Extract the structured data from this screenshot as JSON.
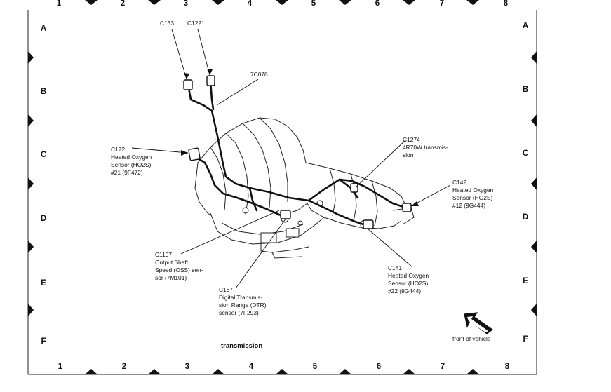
{
  "grid": {
    "columns": [
      "1",
      "2",
      "3",
      "4",
      "5",
      "6",
      "7",
      "8"
    ],
    "rows": [
      "A",
      "B",
      "C",
      "D",
      "E",
      "F"
    ]
  },
  "callouts": {
    "c133": "C133",
    "c1221": "C1221",
    "c7078": "7C078",
    "c172": [
      "C172",
      "Heated Oxygen",
      "Sensor (HO2S)",
      "#21 (9F472)"
    ],
    "c1274": [
      "C1274",
      "4R70W transmis-",
      "sion"
    ],
    "c142": [
      "C142",
      "Heated Oxygen",
      "Sensor (HO2S)",
      "#12 (9G444)"
    ],
    "c1107": [
      "C1107",
      "Output Shaft",
      "Speed (OSS) sen-",
      "sor (7M101)"
    ],
    "c141": [
      "C141",
      "Heated Oxygen",
      "Sensor (HO2S)",
      "#22 (9G444)"
    ],
    "c167": [
      "C167",
      "Digital Transmis-",
      "sion Range (DTR)",
      "sensor (7F293)"
    ]
  },
  "caption": "transmission",
  "orientation": "front of vehicle",
  "icons": {
    "orientation_arrow": "arrow-icon"
  }
}
